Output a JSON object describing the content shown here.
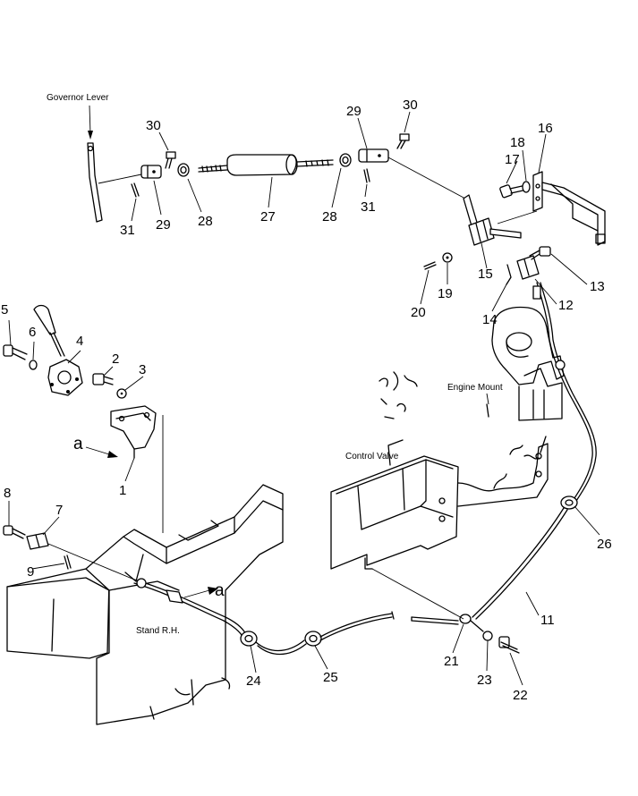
{
  "labels": {
    "governor_lever": "Governor Lever",
    "engine_mount": "Engine Mount",
    "control_valve": "Control Valve",
    "stand_rh": "Stand R.H.",
    "view_a_top": "a",
    "view_a_bottom": "a"
  },
  "part_numbers": {
    "p1": "1",
    "p2": "2",
    "p3": "3",
    "p4": "4",
    "p5": "5",
    "p6": "6",
    "p7": "7",
    "p8": "8",
    "p9": "9",
    "p11": "11",
    "p12": "12",
    "p13": "13",
    "p14": "14",
    "p15": "15",
    "p16": "16",
    "p17": "17",
    "p18": "18",
    "p19": "19",
    "p20": "20",
    "p21": "21",
    "p22": "22",
    "p23": "23",
    "p24": "24",
    "p25": "25",
    "p26": "26",
    "p27": "27",
    "p28a": "28",
    "p28b": "28",
    "p29a": "29",
    "p29b": "29",
    "p30a": "30",
    "p30b": "30",
    "p31a": "31",
    "p31b": "31"
  }
}
